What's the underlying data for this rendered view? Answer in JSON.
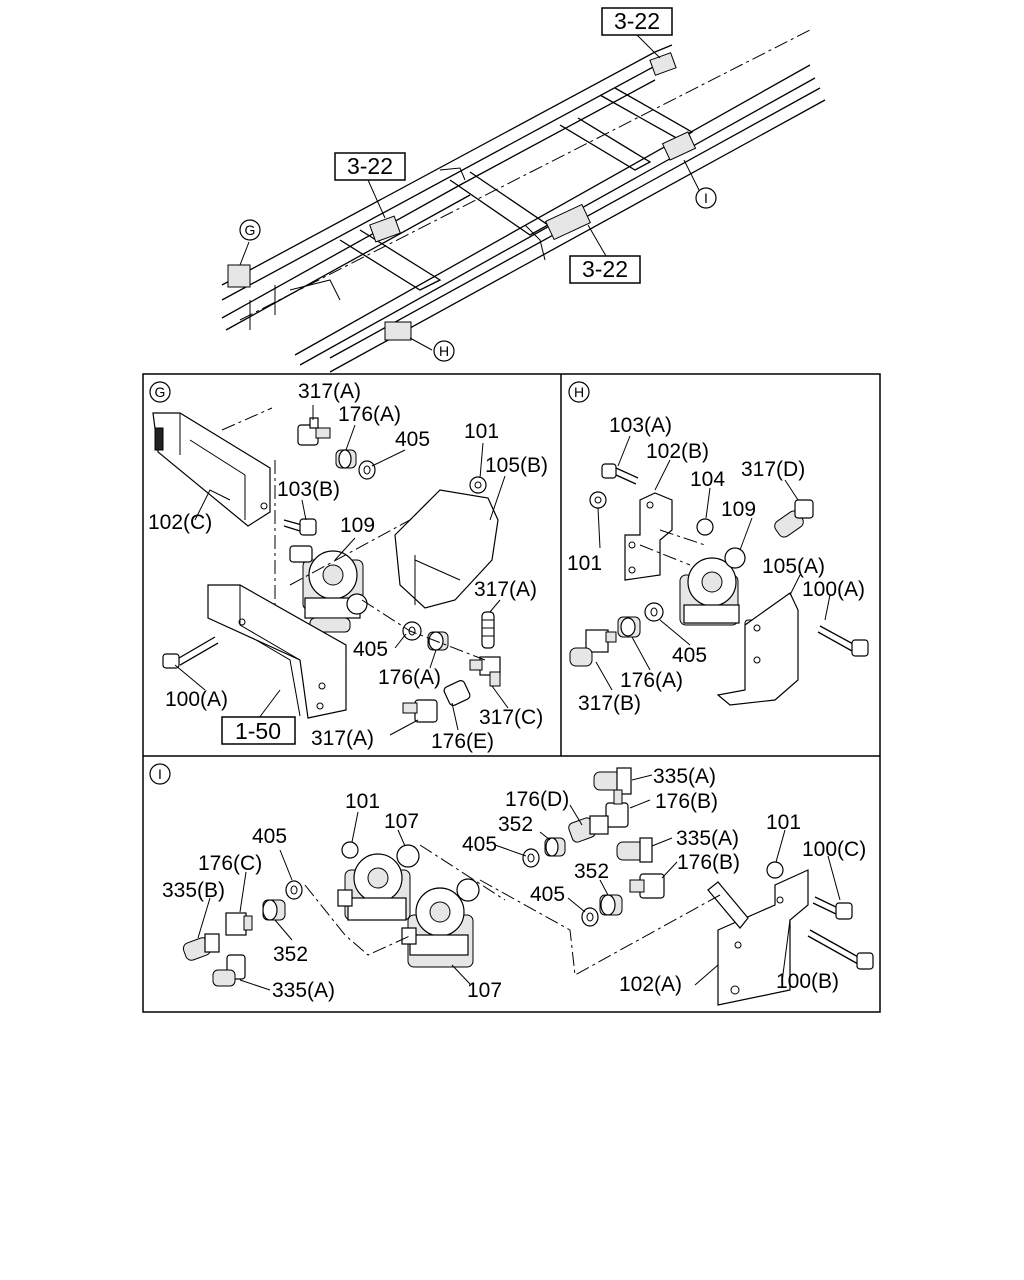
{
  "overview": {
    "refs": [
      "3-22",
      "3-22",
      "3-22"
    ],
    "callouts": [
      "G",
      "H",
      "I"
    ]
  },
  "panel_g": {
    "tag": "G",
    "labels": {
      "l317a_top": "317(A)",
      "l176a_top": "176(A)",
      "l405_top": "405",
      "l101": "101",
      "l105b": "105(B)",
      "l103b": "103(B)",
      "l102c": "102(C)",
      "l109": "109",
      "l317a_right": "317(A)",
      "l405_mid": "405",
      "l176a_mid": "176(A)",
      "l100a": "100(A)",
      "l317c": "317(C)",
      "l317a_bottom": "317(A)",
      "l176e": "176(E)"
    },
    "ref": "1-50"
  },
  "panel_h": {
    "tag": "H",
    "labels": {
      "l103a": "103(A)",
      "l102b": "102(B)",
      "l104": "104",
      "l317d": "317(D)",
      "l109": "109",
      "l101": "101",
      "l105a": "105(A)",
      "l100a": "100(A)",
      "l405": "405",
      "l176a": "176(A)",
      "l317b": "317(B)"
    }
  },
  "panel_i": {
    "tag": "I",
    "labels": {
      "l335a_top": "335(A)",
      "l176d": "176(D)",
      "l176b_top": "176(B)",
      "l101_left": "101",
      "l107_top": "107",
      "l352_top": "352",
      "l405_left": "405",
      "l405_mid": "405",
      "l335a_mid": "335(A)",
      "l176b_mid": "176(B)",
      "l101_right": "101",
      "l100c": "100(C)",
      "l176c": "176(C)",
      "l352_mid": "352",
      "l335b": "335(B)",
      "l405_low": "405",
      "l352_low": "352",
      "l335a_bottom": "335(A)",
      "l107_bottom": "107",
      "l102a": "102(A)",
      "l100b": "100(B)"
    }
  }
}
